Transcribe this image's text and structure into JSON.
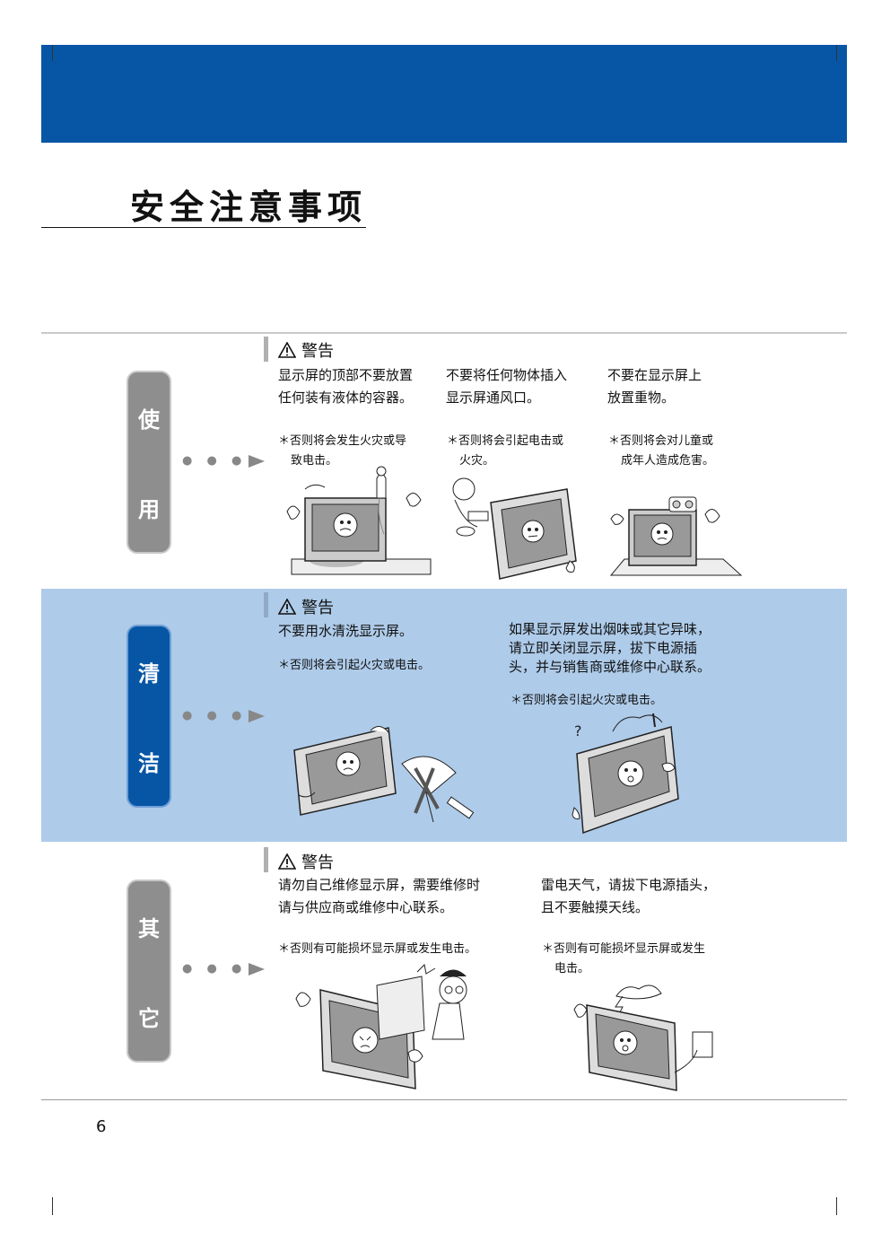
{
  "header": {
    "color": "#0756a6"
  },
  "page_title": "安全注意事项",
  "page_number": "6",
  "warning_label": "警告",
  "sections": [
    {
      "tab_chars": [
        "使",
        "用"
      ],
      "items": [
        {
          "text": [
            "显示屏的顶部不要放置",
            "任何装有液体的容器。"
          ],
          "note": [
            "＊否则将会发生火灾或导",
            "致电击。"
          ]
        },
        {
          "text": [
            "不要将任何物体插入",
            "显示屏通风口。"
          ],
          "note": [
            "＊否则将会引起电击或",
            "火灾。"
          ]
        },
        {
          "text": [
            "不要在显示屏上",
            "放置重物。"
          ],
          "note": [
            "＊否则将会对儿童或",
            "成年人造成危害。"
          ]
        }
      ]
    },
    {
      "tab_chars": [
        "清",
        "洁"
      ],
      "items": [
        {
          "text": [
            "不要用水清洗显示屏。"
          ],
          "note": [
            "＊否则将会引起火灾或电击。"
          ]
        },
        {
          "text": [
            "如果显示屏发出烟味或其它异味，",
            "请立即关闭显示屏，拔下电源插",
            "头，并与销售商或维修中心联系。"
          ],
          "note": [
            "＊否则将会引起火灾或电击。"
          ]
        }
      ]
    },
    {
      "tab_chars": [
        "其",
        "它"
      ],
      "items": [
        {
          "text": [
            "请勿自己维修显示屏，需要维修时",
            "请与供应商或维修中心联系。"
          ],
          "note": [
            "＊否则有可能损坏显示屏或发生电击。"
          ]
        },
        {
          "text": [
            "雷电天气，请拔下电源插头，",
            "且不要触摸天线。"
          ],
          "note": [
            "＊否则有可能损坏显示屏或发生",
            "电击。"
          ]
        }
      ]
    }
  ]
}
